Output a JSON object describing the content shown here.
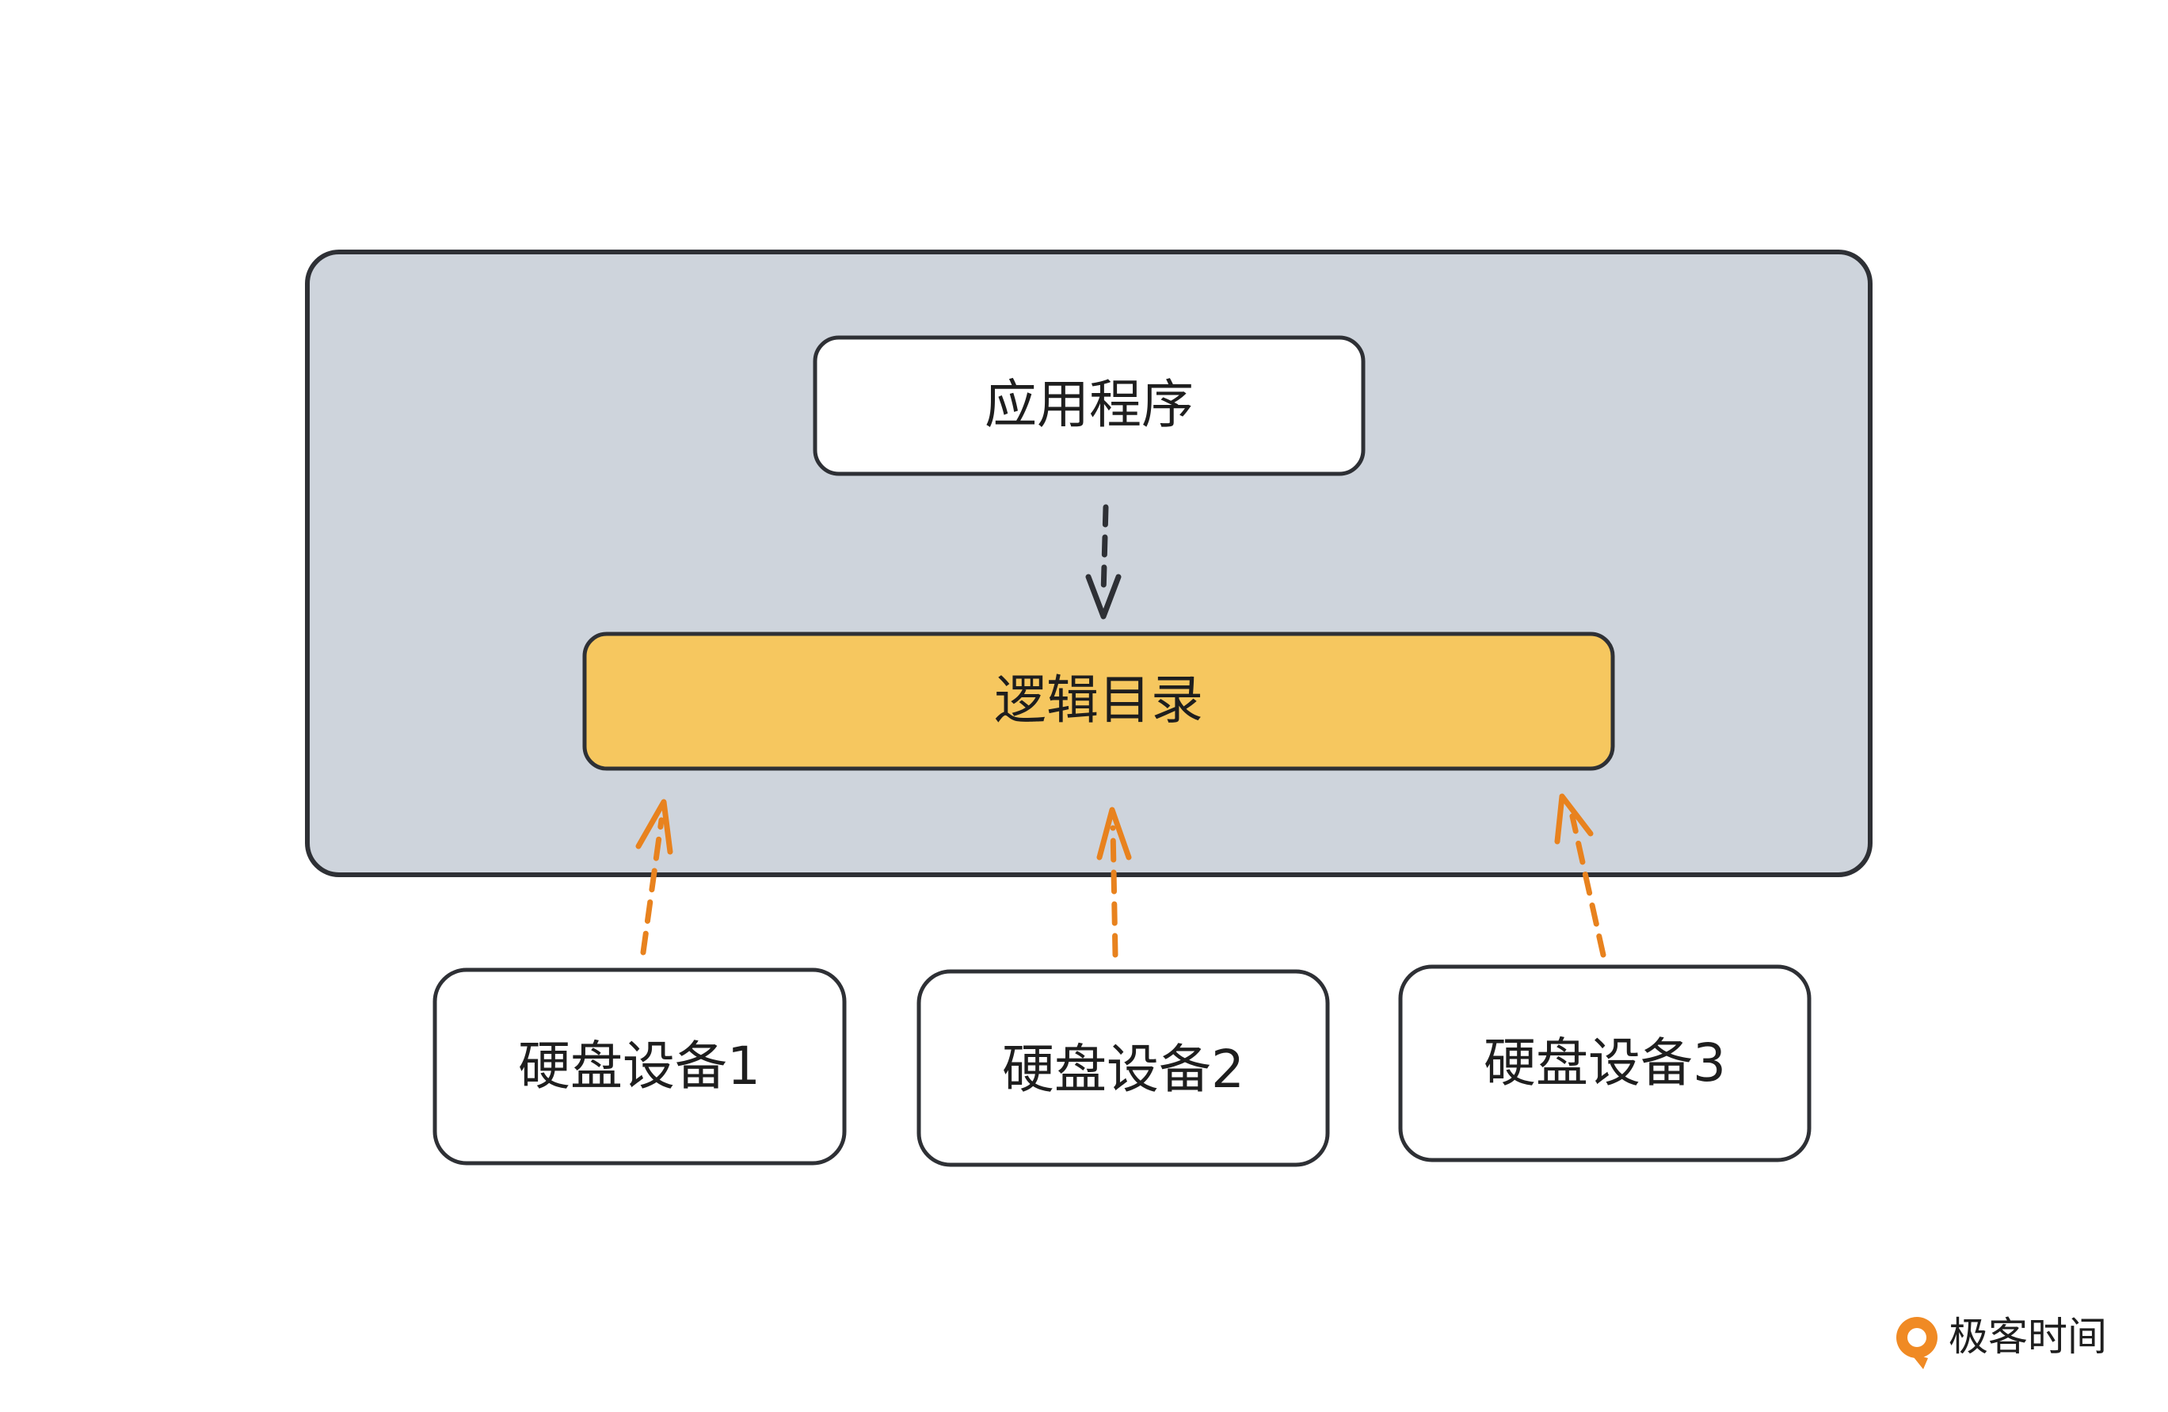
{
  "diagram": {
    "app_box": {
      "label": "应用程序"
    },
    "logical_box": {
      "label": "逻辑目录"
    },
    "disks": [
      {
        "label": "硬盘设备1"
      },
      {
        "label": "硬盘设备2"
      },
      {
        "label": "硬盘设备3"
      }
    ]
  },
  "brand": {
    "name": "极客时间"
  },
  "colors": {
    "container_fill": "#ced4dc",
    "stroke": "#2e3035",
    "logical_fill": "#f6c75f",
    "box_fill": "#ffffff",
    "arrow_orange": "#e8821e",
    "brand_orange": "#f08a24"
  }
}
